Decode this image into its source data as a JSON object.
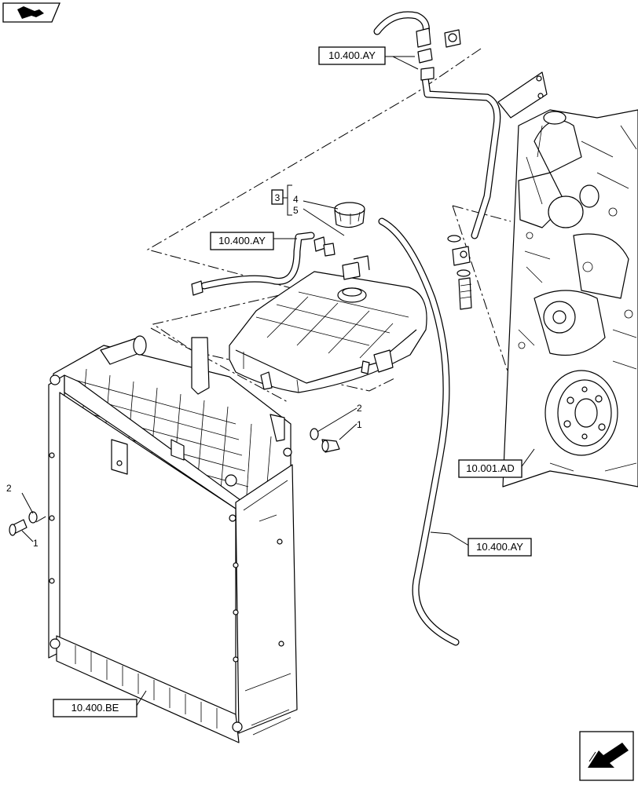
{
  "callouts": {
    "ref_top": "10.400.AY",
    "ref_middle": "10.400.AY",
    "ref_hose": "10.400.AY",
    "ref_engine": "10.001.AD",
    "ref_radiator": "10.400.BE",
    "group_box": "3",
    "item_4": "4",
    "item_5": "5",
    "item_2_right": "2",
    "item_1_right": "1",
    "item_2_left": "2",
    "item_1_left": "1"
  },
  "icons": {
    "top_left": "view-arrow-icon",
    "bottom_right": "next-page-arrow-icon"
  }
}
